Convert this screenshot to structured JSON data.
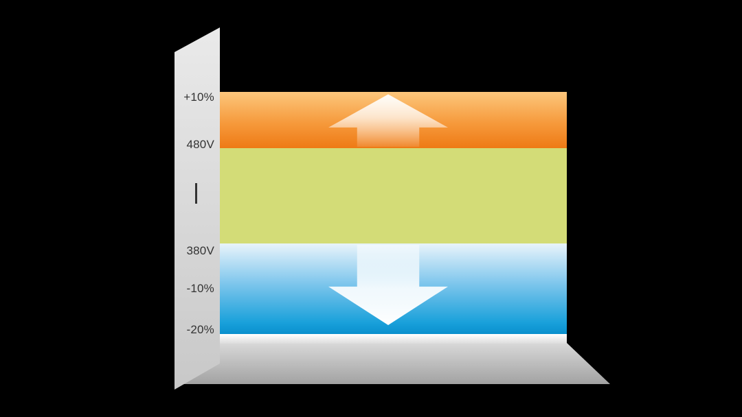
{
  "diagram": {
    "type": "voltage-range-band-diagram",
    "axis_labels": [
      {
        "text": "+10%"
      },
      {
        "text": "480V"
      },
      {
        "text": "380V"
      },
      {
        "text": "-10%"
      },
      {
        "text": "-20%"
      }
    ],
    "bands": [
      {
        "id": "orange",
        "top_label": "+10%",
        "bottom_label": "480V",
        "arrow": "up"
      },
      {
        "id": "green",
        "top_label": "480V",
        "bottom_label": "380V",
        "arrow": ""
      },
      {
        "id": "blue",
        "top_label": "380V",
        "bottom_label": "-20%",
        "arrow": "down"
      }
    ]
  },
  "colors": {
    "background": "#000000",
    "panel_light": "#eaeaea",
    "panel_dark": "#c8c8c8",
    "orange_top": "#fcc77c",
    "orange_mid": "#f69a3c",
    "orange_bottom": "#ee7a15",
    "green": "#d3dc77",
    "blue_top": "#e9f4fb",
    "blue_mid": "#7cc5ec",
    "blue_bottom": "#18a0da",
    "blue_deep": "#0a8fcd",
    "floor_top": "#d8d8d8",
    "floor_bottom": "#a2a2a2",
    "ledge_top": "#ffffff",
    "ledge_bottom": "#dcdcdc",
    "label": "#333333",
    "arrow": "#ffffff"
  }
}
